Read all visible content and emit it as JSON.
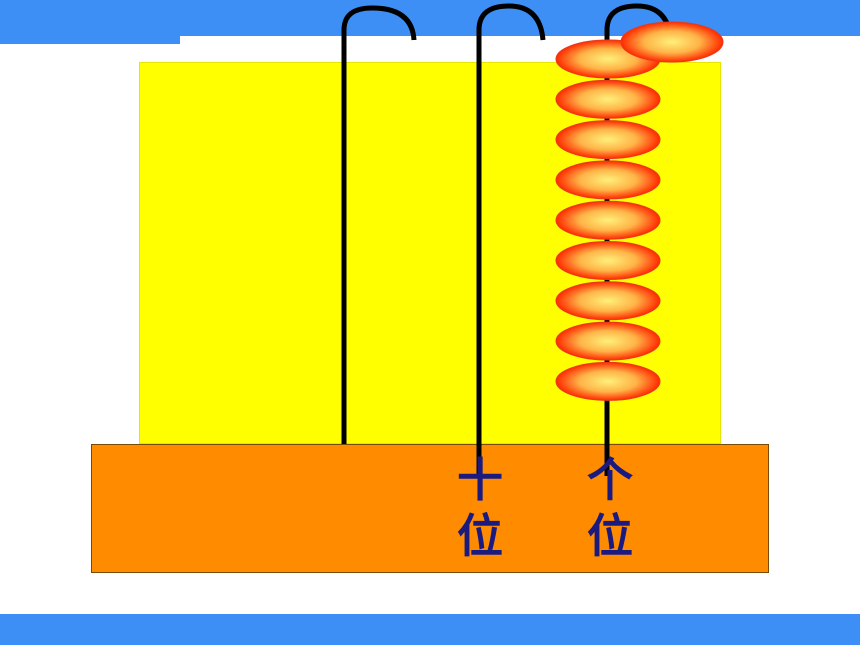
{
  "labels": {
    "tens": {
      "top": "十",
      "bottom": "位"
    },
    "ones": {
      "top": "个",
      "bottom": "位"
    }
  },
  "abacus": {
    "rods": [
      "hundreds-rod",
      "tens-rod",
      "ones-rod"
    ],
    "bead_counts": {
      "hundreds": 0,
      "tens": 0,
      "ones": 9,
      "moving": 1
    }
  },
  "colors": {
    "band": "#3d8ff5",
    "board": "#ffff00",
    "base": "#ff8c00",
    "label": "#1a1a80",
    "bead_center": "#fff07a",
    "bead_edge": "#ff2a00"
  }
}
